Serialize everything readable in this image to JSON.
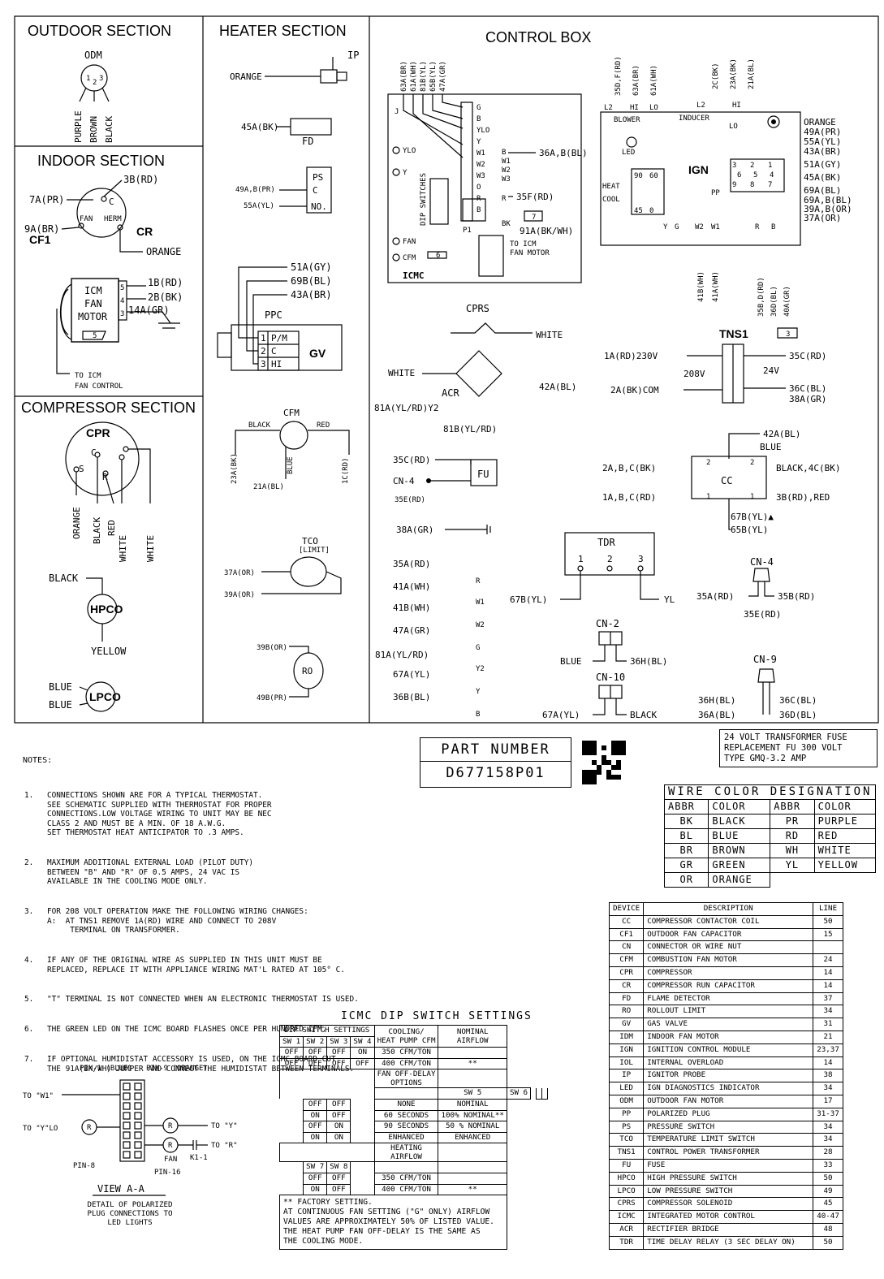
{
  "sections": {
    "outdoor": "OUTDOOR SECTION",
    "indoor": "INDOOR SECTION",
    "compressor": "COMPRESSOR SECTION",
    "heater": "HEATER SECTION",
    "control_box": "CONTROL BOX"
  },
  "outdoor": {
    "motor": "ODM",
    "pins": [
      "1",
      "2",
      "3"
    ],
    "wires": [
      "PURPLE",
      "BROWN",
      "BLACK"
    ]
  },
  "indoor": {
    "cr_wires": {
      "c": "3B(RD)",
      "left": "7A(PR)",
      "fan_side": "9A(BR)",
      "herm": "ORANGE"
    },
    "cr_labels": {
      "c": "C",
      "fan": "FAN",
      "herm": "HERM",
      "cf1": "CF1",
      "cr": "CR"
    },
    "icm_label": [
      "ICM",
      "FAN",
      "MOTOR"
    ],
    "icm_pins": [
      "5",
      "4",
      "3"
    ],
    "icm_wires": [
      "1B(RD)",
      "2B(BK)",
      "14A(GR)"
    ],
    "icm_note": "5",
    "to_label": "TO ICM",
    "to_label2": "FAN CONTROL"
  },
  "compressor": {
    "label": "CPR",
    "terms": [
      "C",
      "S",
      "R"
    ],
    "wires": [
      "ORANGE",
      "BLACK",
      "RED",
      "WHITE",
      "WHITE"
    ],
    "hpco": {
      "top": "BLACK",
      "label": "HPCO",
      "bottom": "YELLOW"
    },
    "lpco": {
      "label": "LPCO",
      "wires": [
        "BLUE",
        "BLUE"
      ]
    }
  },
  "heater": {
    "ip": {
      "label": "IP",
      "wire": "ORANGE"
    },
    "fd": {
      "label": "FD",
      "wire": "45A(BK)"
    },
    "ps": {
      "label": "PS",
      "terms": [
        "C",
        "NO."
      ],
      "wires": [
        "49A,B(PR)",
        "55A(YL)"
      ]
    },
    "ppc": {
      "label": "PPC",
      "terms": [
        "1",
        "2",
        "3"
      ],
      "funcs": [
        "P/M",
        "C",
        "HI"
      ],
      "gv": "GV",
      "wires": [
        "51A(GY)",
        "69B(BL)",
        "43A(BR)"
      ]
    },
    "cfm": {
      "label": "CFM",
      "wires": [
        "BLACK",
        "RED",
        "23A(BK)",
        "21A(BL)",
        "BLUE",
        "1C(RD)"
      ]
    },
    "tco": {
      "label": "TCO",
      "sub": "[LIMIT]",
      "wires": [
        "37A(OR)",
        "39A(OR)"
      ]
    },
    "ro": {
      "label": "RO",
      "wires": [
        "39B(OR)",
        "49B(PR)"
      ]
    }
  },
  "icmc": {
    "label": "ICMC",
    "top_wires": [
      "63A(BR)",
      "61A(WH)",
      "81B(YL)",
      "65B(YL)",
      "47A(GR)"
    ],
    "terms": [
      "G",
      "B",
      "YLO",
      "Y",
      "W1",
      "W2",
      "W3",
      "O",
      "R",
      "B"
    ],
    "dip_label": "DIP SWITCHES",
    "leds": [
      "YLO",
      "Y",
      "FAN",
      "CFM"
    ],
    "right_terms": [
      "B",
      "W1",
      "W2",
      "W3",
      "R"
    ],
    "right_wires": [
      "36A,B(BL)",
      "35F(RD)",
      "91A(BK/WH)"
    ],
    "p1": "P1",
    "bk": "BK",
    "j": "J",
    "note6": "6",
    "note7": "7",
    "to_motor": [
      "TO ICM",
      "FAN MOTOR"
    ]
  },
  "ign": {
    "label": "IGN",
    "top_wires": [
      "35D,F(RD)",
      "63A(BR)",
      "61A(WH)",
      "2C(BK)",
      "23A(BK)",
      "21A(BL)"
    ],
    "blower": {
      "label": "BLOWER",
      "terms": [
        "L2",
        "HI",
        "LO"
      ]
    },
    "inducer": {
      "label": "INDUCER",
      "terms": [
        "L2",
        "HI",
        "LO"
      ]
    },
    "led": "LED",
    "heat": "HEAT",
    "cool": "COOL",
    "dip": [
      "90",
      "60",
      "45",
      "0"
    ],
    "pp": "PP",
    "pp_pins": [
      "3",
      "2",
      "1",
      "6",
      "5",
      "4",
      "9",
      "8",
      "7"
    ],
    "right_wires": [
      "ORANGE",
      "49A(PR)",
      "55A(YL)",
      "43A(BR)",
      "51A(GY)",
      "45A(BK)",
      "69A(BL)",
      "69A,B(BL)",
      "39A,B(OR)",
      "37A(OR)"
    ],
    "bottom_terms": [
      "Y",
      "G",
      "W2",
      "W1",
      "R",
      "B"
    ],
    "bottom_wires": [
      "41B(WH)",
      "41A(WH)",
      "35B,D(RD)",
      "36D(BL)",
      "40A(GR)"
    ]
  },
  "cprs": {
    "label": "CPRS",
    "acr": "ACR",
    "wires": [
      "WHITE",
      "WHITE",
      "42A(BL)",
      "81A(YL/RD)Y2",
      "81B(YL/RD)"
    ]
  },
  "tns1": {
    "label": "TNS1",
    "note": "3",
    "left": [
      "1A(RD)230V",
      "208V",
      "2A(BK)COM"
    ],
    "right": [
      "35C(RD)",
      "24V",
      "36C(BL)",
      "38A(GR)"
    ]
  },
  "cc": {
    "label": "CC",
    "wires_top": [
      "42A(BL)",
      "BLUE"
    ],
    "left": [
      "2A,B,C(BK)",
      "1A,B,C(RD)"
    ],
    "right": [
      "BLACK,4C(BK)",
      "3B(RD),RED"
    ],
    "bottom": [
      "67B(YL)▲",
      "65B(YL)"
    ],
    "terms": [
      "2",
      "2",
      "1",
      "1"
    ]
  },
  "fu": {
    "label": "FU",
    "wires": [
      "35C(RD)",
      "CN-4",
      "35E(RD)"
    ]
  },
  "ground": "38A(GR)",
  "thermostat": {
    "wires": [
      "35A(RD)",
      "41A(WH)",
      "41B(WH)",
      "47A(GR)",
      "81A(YL/RD)",
      "67A(YL)",
      "36B(BL)"
    ],
    "terms": [
      "R",
      "W1",
      "W2",
      "G",
      "Y2",
      "Y",
      "B"
    ]
  },
  "tdr": {
    "label": "TDR",
    "pins": [
      "1",
      "2",
      "3"
    ],
    "left": "67B(YL)",
    "right": "YL"
  },
  "cn2": {
    "label": "CN-2",
    "left": "BLUE",
    "right": "36H(BL)"
  },
  "cn10": {
    "label": "CN-10",
    "left": "67A(YL)",
    "right": "BLACK"
  },
  "cn4": {
    "label": "CN-4",
    "left": "35A(RD)",
    "right": "35B(RD)",
    "bottom": "35E(RD)"
  },
  "cn9": {
    "label": "CN-9",
    "left": [
      "36H(BL)",
      "36A(BL)"
    ],
    "right": [
      "36C(BL)",
      "36D(BL)"
    ]
  },
  "notes": {
    "header": "NOTES:",
    "items": [
      {
        "num": "1.",
        "text": "CONNECTIONS SHOWN ARE FOR A TYPICAL THERMOSTAT.\nSEE SCHEMATIC SUPPLIED WITH THERMOSTAT FOR PROPER\nCONNECTIONS.LOW VOLTAGE WIRING TO UNIT MAY BE NEC\nCLASS 2 AND MUST BE A MIN. OF 18 A.W.G.\nSET THERMOSTAT HEAT ANTICIPATOR TO .3 AMPS."
      },
      {
        "num": "2.",
        "text": "MAXIMUM ADDITIONAL EXTERNAL LOAD (PILOT DUTY)\nBETWEEN \"B\" AND \"R\" OF 0.5 AMPS, 24 VAC IS\nAVAILABLE IN THE COOLING MODE ONLY."
      },
      {
        "num": "3.",
        "text": "FOR 208 VOLT OPERATION MAKE THE FOLLOWING WIRING CHANGES:\nA:  AT TNS1 REMOVE 1A(RD) WIRE AND CONNECT TO 208V\n     TERMINAL ON TRANSFORMER."
      },
      {
        "num": "4.",
        "text": "IF ANY OF THE ORIGINAL WIRE AS SUPPLIED IN THIS UNIT MUST BE\nREPLACED, REPLACE IT WITH APPLIANCE WIRING MAT'L RATED AT 105° C."
      },
      {
        "num": "5.",
        "text": "\"T\" TERMINAL IS NOT CONNECTED WHEN AN ELECTRONIC THERMOSTAT IS USED."
      },
      {
        "num": "6.",
        "text": "THE GREEN LED ON THE ICMC BOARD FLASHES ONCE PER HUNDRED CFM."
      },
      {
        "num": "7.",
        "text": "IF OPTIONAL HUMIDISTAT ACCESSORY IS USED, ON THE ICMC BOARD CUT\nTHE 91A(BK/WH) JUMPER AND CONNECT THE HUMIDISTAT BETWEEN TERMINALS."
      }
    ]
  },
  "part_number": {
    "label": "PART NUMBER",
    "value": "D677158P01"
  },
  "fuse_note": "24 VOLT TRANSFORMER FUSE\nREPLACEMENT FU 300 VOLT\nTYPE GMQ-3.2 AMP",
  "wire_colors": {
    "title": "WIRE COLOR DESIGNATION",
    "headers": [
      "ABBR",
      "COLOR",
      "ABBR",
      "COLOR"
    ],
    "rows": [
      [
        "BK",
        "BLACK",
        "PR",
        "PURPLE"
      ],
      [
        "BL",
        "BLUE",
        "RD",
        "RED"
      ],
      [
        "BR",
        "BROWN",
        "WH",
        "WHITE"
      ],
      [
        "GR",
        "GREEN",
        "YL",
        "YELLOW"
      ],
      [
        "OR",
        "ORANGE",
        "",
        ""
      ]
    ]
  },
  "devices": {
    "headers": [
      "DEVICE",
      "DESCRIPTION",
      "LINE"
    ],
    "rows": [
      [
        "CC",
        "COMPRESSOR CONTACTOR COIL",
        "50"
      ],
      [
        "CF1",
        "OUTDOOR FAN CAPACITOR",
        "15"
      ],
      [
        "CN",
        "CONNECTOR OR WIRE NUT",
        ""
      ],
      [
        "CFM",
        "COMBUSTION FAN MOTOR",
        "24"
      ],
      [
        "CPR",
        "COMPRESSOR",
        "14"
      ],
      [
        "CR",
        "COMPRESSOR RUN CAPACITOR",
        "14"
      ],
      [
        "FD",
        "FLAME DETECTOR",
        "37"
      ],
      [
        "RO",
        "ROLLOUT LIMIT",
        "34"
      ],
      [
        "GV",
        "GAS VALVE",
        "31"
      ],
      [
        "IDM",
        "INDOOR FAN MOTOR",
        "21"
      ],
      [
        "IGN",
        "IGNITION CONTROL MODULE",
        "23,37"
      ],
      [
        "IOL",
        "INTERNAL OVERLOAD",
        "14"
      ],
      [
        "IP",
        "IGNITOR PROBE",
        "38"
      ],
      [
        "LED",
        "IGN DIAGNOSTICS INDICATOR",
        "34"
      ],
      [
        "ODM",
        "OUTDOOR FAN MOTOR",
        "17"
      ],
      [
        "PP",
        "POLARIZED PLUG",
        "31-37"
      ],
      [
        "PS",
        "PRESSURE SWITCH",
        "34"
      ],
      [
        "TCO",
        "TEMPERATURE LIMIT SWITCH",
        "34"
      ],
      [
        "TNS1",
        "CONTROL POWER TRANSFORMER",
        "28"
      ],
      [
        "FU",
        "FUSE",
        "33"
      ],
      [
        "HPCO",
        "HIGH PRESSURE SWITCH",
        "50"
      ],
      [
        "LPCO",
        "LOW PRESSURE SWITCH",
        "49"
      ],
      [
        "CPRS",
        "COMPRESSOR SOLENOID",
        "45"
      ],
      [
        "ICMC",
        "INTEGRATED MOTOR CONTROL",
        "40-47"
      ],
      [
        "ACR",
        "RECTIFIER BRIDGE",
        "48"
      ],
      [
        "TDR",
        "TIME DELAY RELAY (3 SEC DELAY ON)",
        "50"
      ]
    ]
  },
  "dip_table": {
    "title": "ICMC DIP SWITCH SETTINGS",
    "h1": "DIP SWITCH SETTINGS",
    "h_cool": "COOLING/\nHEAT PUMP CFM",
    "h_nom": "NOMINAL\nAIRFLOW",
    "sw": [
      "SW 1",
      "SW 2",
      "SW 3",
      "SW 4"
    ],
    "cool_rows": [
      [
        "OFF",
        "OFF",
        "OFF",
        "ON",
        "350 CFM/TON",
        ""
      ],
      [
        "OFF",
        "OFF",
        "OFF",
        "OFF",
        "400 CFM/TON",
        "**"
      ]
    ],
    "fan_hdr": "FAN OFF-DELAY\nOPTIONS",
    "sw56": [
      "SW 5",
      "SW 6"
    ],
    "fan_rows": [
      [
        "OFF",
        "OFF",
        "NONE",
        "NOMINAL"
      ],
      [
        "ON",
        "OFF",
        "60 SECONDS",
        "100% NOMINAL**"
      ],
      [
        "OFF",
        "ON",
        "90 SECONDS",
        "50 % NOMINAL"
      ],
      [
        "ON",
        "ON",
        "ENHANCED",
        "ENHANCED"
      ]
    ],
    "heat_hdr": "HEATING\nAIRFLOW",
    "sw78": [
      "SW 7",
      "SW 8"
    ],
    "heat_rows": [
      [
        "OFF",
        "OFF",
        "350 CFM/TON",
        ""
      ],
      [
        "ON",
        "OFF",
        "400 CFM/TON",
        "**"
      ]
    ],
    "footer": "** FACTORY SETTING.\nAT CONTINUOUS FAN SETTING (\"G\" ONLY) AIRFLOW\nVALUES ARE APPROXIMATELY 50% OF LISTED VALUE.\nTHE HEAT PUMP FAN OFF-DELAY IS THE SAME AS\nTHE COOLING MODE."
  },
  "view_a": {
    "title": "VIEW A-A",
    "caption": "DETAIL OF POLARIZED\nPLUG CONNECTIONS TO\nLED LIGHTS",
    "pins": [
      "PIN-1\n(BLUE)",
      "PIN-9\n(ORANGE)",
      "PIN-8",
      "PIN-16"
    ],
    "to_left": [
      "TO \"W1\"",
      "TO \"Y\"LO"
    ],
    "to_right": [
      "TO \"Y\"",
      "TO \"R\""
    ],
    "r": "R",
    "fan": "FAN",
    "k": "K1-1"
  }
}
